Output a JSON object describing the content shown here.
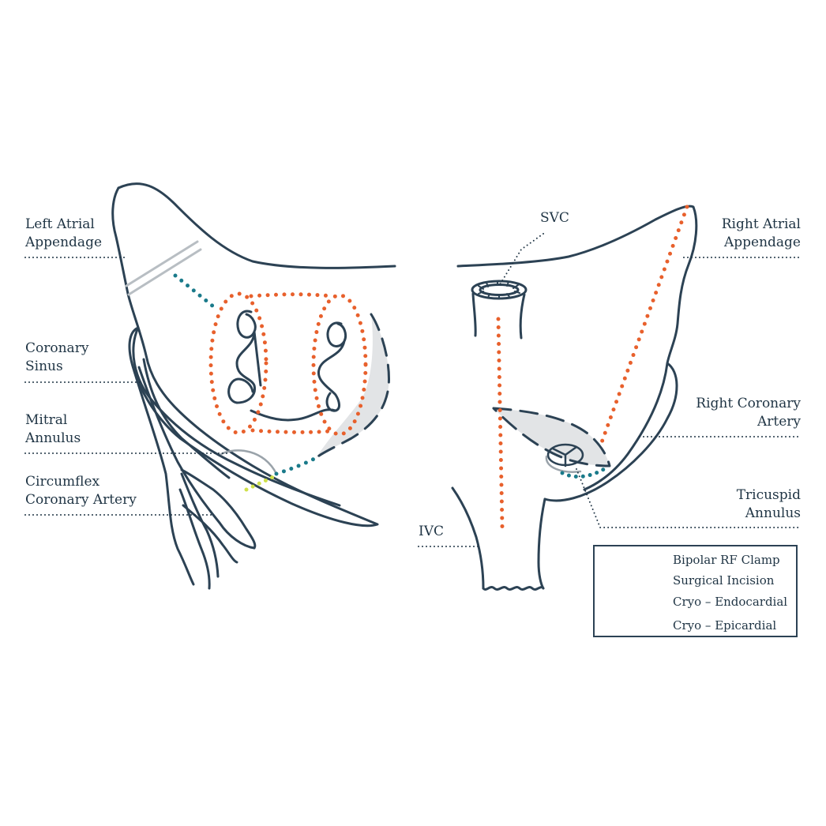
{
  "labels": {
    "left_atrial_appendage": [
      "Left Atrial",
      "Appendage"
    ],
    "coronary_sinus": [
      "Coronary",
      "Sinus"
    ],
    "mitral_annulus": [
      "Mitral",
      "Annulus"
    ],
    "circumflex_coronary_artery": [
      "Circumflex",
      "Coronary Artery"
    ],
    "svc": "SVC",
    "ivc": "IVC",
    "right_atrial_appendage": [
      "Right Atrial",
      "Appendage"
    ],
    "right_coronary_artery": [
      "Right Coronary",
      "Artery"
    ],
    "tricuspid_annulus": [
      "Tricuspid",
      "Annulus"
    ]
  },
  "legend": {
    "bipolar_rf_clamp": "Bipolar RF Clamp",
    "surgical_incision": "Surgical Incision",
    "cryo_endocardial": "Cryo – Endocardial",
    "cryo_epicardial": "Cryo – Epicardial"
  },
  "colors": {
    "outline": "#2c4254",
    "bipolar_rf_clamp": "#e8602c",
    "surgical_incision": "#2c4254",
    "cryo_endocardial": "#1a7a8a",
    "cryo_epicardial": "#cfe04a",
    "fill_gray": "#e2e4e6",
    "annulus_gray": "#9aa3aa"
  }
}
